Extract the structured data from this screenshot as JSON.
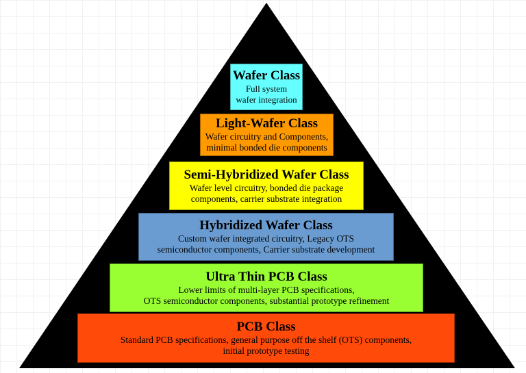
{
  "colors": {
    "pyramid": "#000000",
    "wafer": "#66ffff",
    "light_wafer": "#ff9900",
    "semi_hybridized": "#ffff00",
    "hybridized": "#6a9cd1",
    "ultra_thin_pcb": "#99ff33",
    "pcb": "#ff4a0a"
  },
  "tiers": [
    {
      "title": "Wafer Class",
      "description": "Full system\nwafer integration"
    },
    {
      "title": "Light-Wafer Class",
      "description": "Wafer circuitry and Components,\nminimal bonded die components"
    },
    {
      "title": "Semi-Hybridized Wafer Class",
      "description": "Wafer level circuitry, bonded die package\ncomponents, carrier substrate integration"
    },
    {
      "title": "Hybridized Wafer Class",
      "description": "Custom wafer integrated circuitry, Legacy OTS\nsemiconductor components, Carrier substrate development"
    },
    {
      "title": "Ultra Thin PCB Class",
      "description": "Lower limits of multi-layer PCB specifications,\nOTS semiconductor components, substantial prototype refinement"
    },
    {
      "title": "PCB Class",
      "description": "Standard PCB specifications, general purpose off the shelf (OTS) components,\ninitial prototype testing"
    }
  ]
}
